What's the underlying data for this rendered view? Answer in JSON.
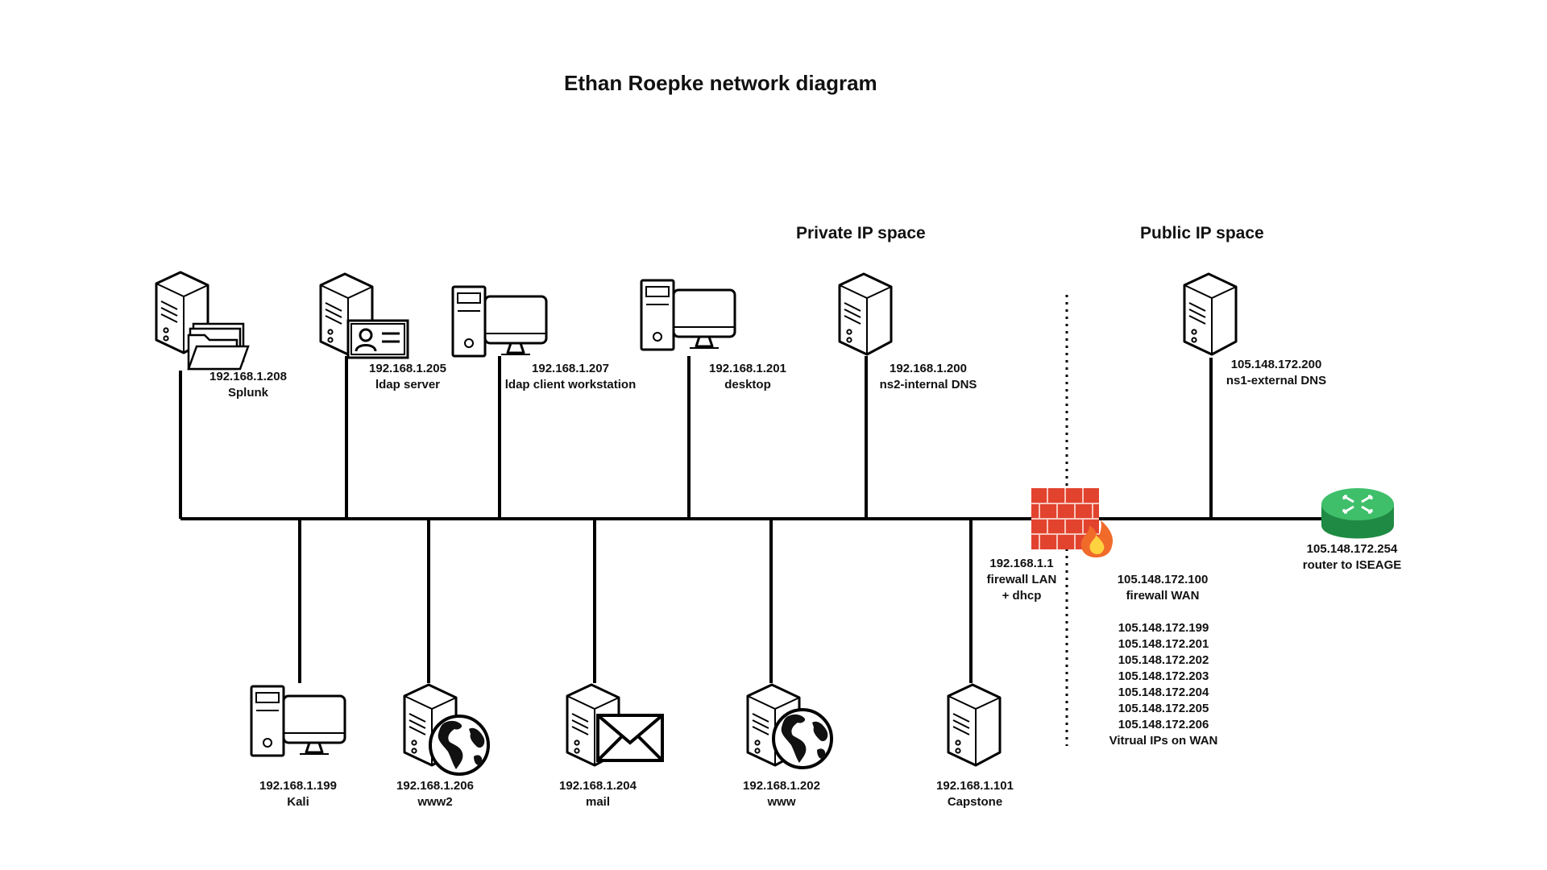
{
  "title": "Ethan Roepke network diagram",
  "sections": {
    "private": "Private IP space",
    "public": "Public IP space"
  },
  "nodes": {
    "splunk": {
      "ip": "192.168.1.208",
      "name": "Splunk",
      "icon": "server-folder-icon"
    },
    "ldap": {
      "ip": "192.168.1.205",
      "name": "ldap server",
      "icon": "server-id-card-icon"
    },
    "ldapws": {
      "ip": "192.168.1.207",
      "name": "ldap client workstation",
      "icon": "workstation-icon"
    },
    "desktop": {
      "ip": "192.168.1.201",
      "name": "desktop",
      "icon": "workstation-icon"
    },
    "ns2": {
      "ip": "192.168.1.200",
      "name": "ns2-internal DNS",
      "icon": "server-icon"
    },
    "ns1": {
      "ip": "105.148.172.200",
      "name": "ns1-external DNS",
      "icon": "server-icon"
    },
    "kali": {
      "ip": "192.168.1.199",
      "name": "Kali",
      "icon": "workstation-icon"
    },
    "www2": {
      "ip": "192.168.1.206",
      "name": "www2",
      "icon": "server-globe-icon"
    },
    "mail": {
      "ip": "192.168.1.204",
      "name": "mail",
      "icon": "server-envelope-icon"
    },
    "www": {
      "ip": "192.168.1.202",
      "name": "www",
      "icon": "server-globe-icon"
    },
    "capstone": {
      "ip": "192.168.1.101",
      "name": "Capstone",
      "icon": "server-icon"
    },
    "firewall_lan": {
      "ip": "192.168.1.1",
      "name": "firewall LAN",
      "extra": "+ dhcp",
      "icon": "firewall-icon"
    },
    "firewall_wan": {
      "ip": "105.148.172.100",
      "name": "firewall WAN"
    },
    "router": {
      "ip": "105.148.172.254",
      "name": "router to ISEAGE",
      "icon": "router-icon"
    }
  },
  "virtual_ips": {
    "ips": [
      "105.148.172.199",
      "105.148.172.201",
      "105.148.172.202",
      "105.148.172.203",
      "105.148.172.204",
      "105.148.172.205",
      "105.148.172.206"
    ],
    "label": "Vitrual IPs on WAN"
  },
  "colors": {
    "firewall_brick": "#e2432e",
    "firewall_mortar": "#f7c6bd",
    "flame_outer": "#f06a2a",
    "flame_inner": "#ffd23f",
    "router_top": "#3fbf6a",
    "router_side": "#1f8a44"
  }
}
